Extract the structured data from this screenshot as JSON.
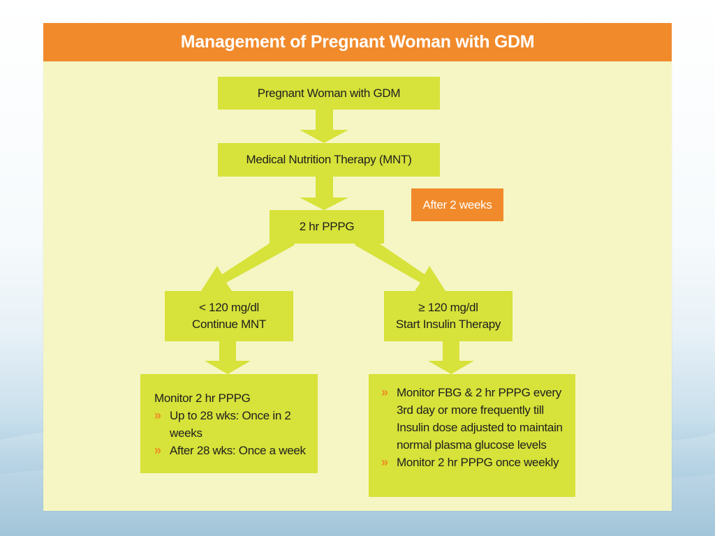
{
  "title": "Management of Pregnant Woman with GDM",
  "colors": {
    "title_bar": "#f18a2b",
    "panel": "#f5f6c4",
    "box": "#d7e23a",
    "note": "#f18a2b",
    "bullet": "#ef8a22"
  },
  "bullet_icon": "double-chevron-right-icon",
  "flow": {
    "start": "Pregnant Woman with GDM",
    "mnt": "Medical Nutrition Therapy (MNT)",
    "test": "2 hr PPPG",
    "note": "After 2 weeks",
    "low": {
      "line1": "< 120 mg/dl",
      "line2": "Continue MNT"
    },
    "high": {
      "line1": "≥ 120 mg/dl",
      "line2": "Start Insulin Therapy"
    }
  },
  "low_detail": {
    "heading": "Monitor 2 hr PPPG",
    "bullets": [
      "Up to 28 wks: Once in 2 weeks",
      "After 28 wks: Once a week"
    ]
  },
  "high_detail": {
    "bullets": [
      "Monitor FBG & 2 hr PPPG every 3rd day or more frequently till Insulin dose adjusted to maintain normal plasma glucose levels",
      "Monitor 2 hr PPPG once weekly"
    ]
  }
}
